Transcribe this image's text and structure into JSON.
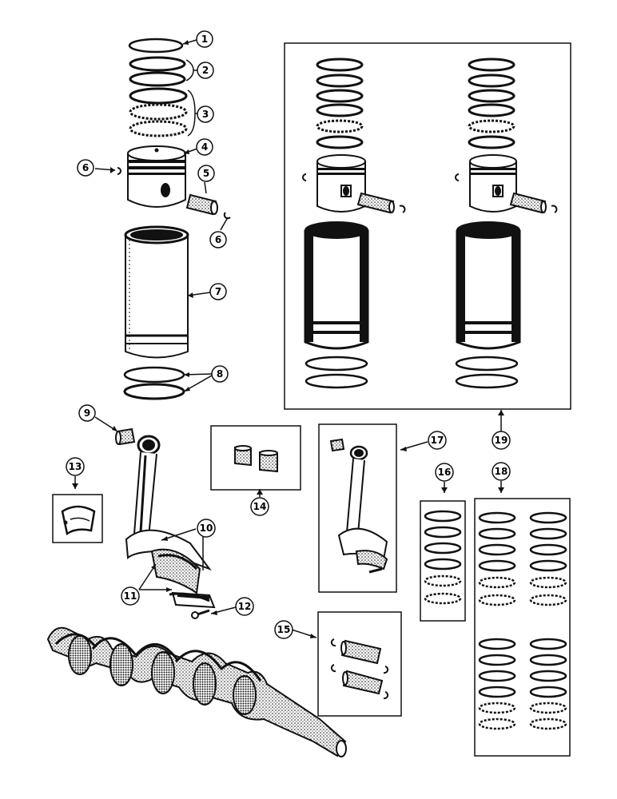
{
  "diagram": {
    "callouts": [
      {
        "id": "c1",
        "label": "1"
      },
      {
        "id": "c2",
        "label": "2"
      },
      {
        "id": "c3",
        "label": "3"
      },
      {
        "id": "c4",
        "label": "4"
      },
      {
        "id": "c5",
        "label": "5"
      },
      {
        "id": "c6a",
        "label": "6"
      },
      {
        "id": "c6b",
        "label": "6"
      },
      {
        "id": "c7",
        "label": "7"
      },
      {
        "id": "c8",
        "label": "8"
      },
      {
        "id": "c9",
        "label": "9"
      },
      {
        "id": "c10",
        "label": "10"
      },
      {
        "id": "c11",
        "label": "11"
      },
      {
        "id": "c12",
        "label": "12"
      },
      {
        "id": "c13",
        "label": "13"
      },
      {
        "id": "c14",
        "label": "14"
      },
      {
        "id": "c15",
        "label": "15"
      },
      {
        "id": "c16",
        "label": "16"
      },
      {
        "id": "c17",
        "label": "17"
      },
      {
        "id": "c18",
        "label": "18"
      },
      {
        "id": "c19",
        "label": "19"
      }
    ],
    "colors": {
      "ink": "#111111",
      "paper": "#ffffff"
    }
  }
}
